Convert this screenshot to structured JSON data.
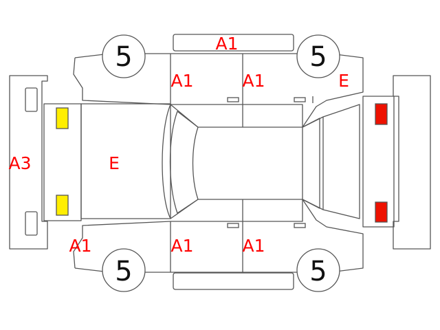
{
  "colors": {
    "outline": "#555555",
    "marker": "#ff0000",
    "front_lamp": "#ffee00",
    "rear_lamp": "#ee1100"
  },
  "wheels": {
    "front_top": "5",
    "rear_top": "5",
    "front_bottom": "5",
    "rear_bottom": "5"
  },
  "marks": {
    "roof_top": "A1",
    "left_front_door": "A1",
    "left_rear_door": "A1",
    "left_rear_fender": "E",
    "front_bumper": "A3",
    "hood": "E",
    "right_front_fender": "A1",
    "right_front_door": "A1",
    "right_rear_door": "A1"
  }
}
